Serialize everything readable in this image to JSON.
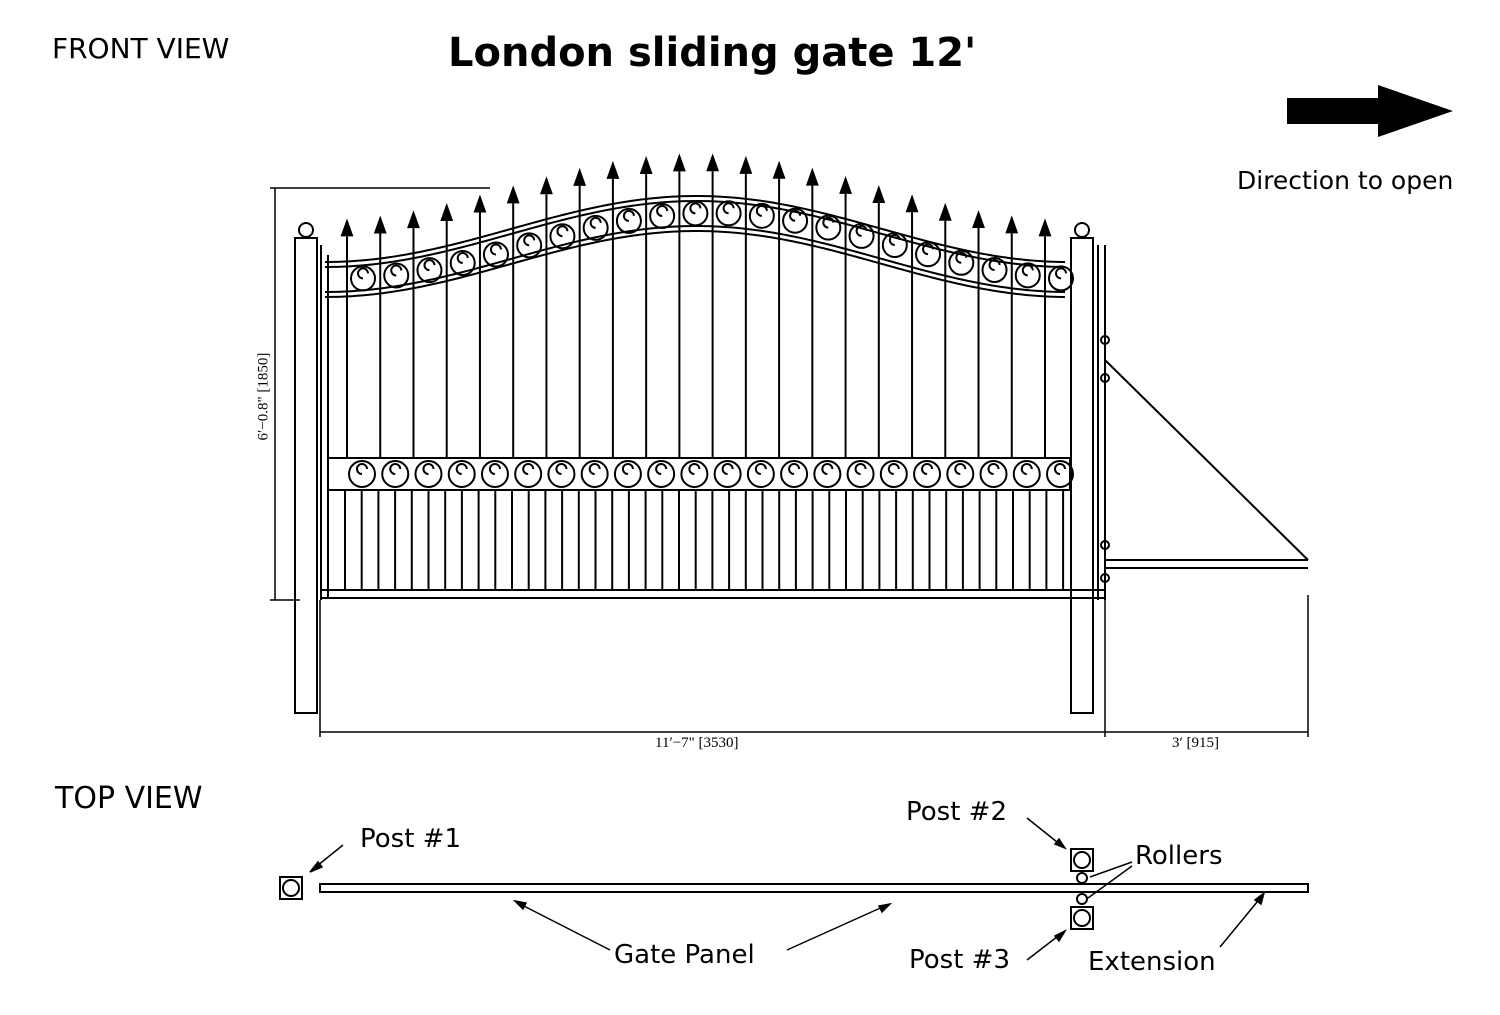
{
  "header": {
    "front_view_label": "FRONT VIEW",
    "title": "London sliding gate 12'",
    "direction_label": "Direction to open",
    "direction_icon": "arrow-right-icon"
  },
  "front_view": {
    "height_dimension": "6′−0.8\"  [1850]",
    "width_dimension": "11′−7\"  [3530]",
    "extension_dimension": "3′  [915]",
    "spear_count": 22,
    "scroll_count_middle": 22
  },
  "top_view": {
    "label": "TOP  VIEW",
    "post1": "Post #1",
    "post2": "Post #2",
    "post3": "Post #3",
    "rollers": "Rollers",
    "gate_panel": "Gate  Panel",
    "extension": "Extension"
  }
}
